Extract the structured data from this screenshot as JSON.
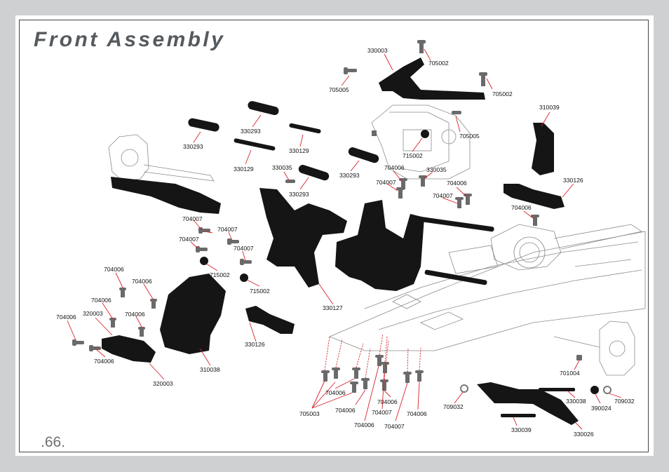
{
  "title": "Front Assembly",
  "page_number": ".66.",
  "labels": {
    "l330003": "330003",
    "l705002a": "705002",
    "l705005a": "705005",
    "l705002b": "705002",
    "l310039": "310039",
    "l330293a": "330293",
    "l330293b": "330293",
    "l330129a": "330129",
    "l330129b": "330129",
    "l330035a": "330035",
    "l330293c": "330293",
    "l330293d": "330293",
    "l705005b": "705005",
    "l715002a": "715002",
    "l704006a": "704006",
    "l330035b": "330035",
    "l704007a": "704007",
    "l704006b": "704006",
    "l704007b": "704007",
    "l330126a": "330126",
    "l704006c": "704006",
    "l704007c": "704007",
    "l704007d": "704007",
    "l704007e": "704007",
    "l704007f": "704007",
    "l715002b": "715002",
    "l715002c": "715002",
    "l330127": "330127",
    "l704006d": "704006",
    "l704006e": "704006",
    "l704006f": "704006",
    "l320003a": "320003",
    "l704006g": "704006",
    "l704006h": "704006",
    "l704006i": "704006",
    "l320003b": "320003",
    "l310038": "310038",
    "l330126b": "330126",
    "l704006j": "704006",
    "l704006k": "704006",
    "l704006l": "704006",
    "l705003": "705003",
    "l704006m": "704006",
    "l704007g": "704007",
    "l704007h": "704007",
    "l704006n": "704006",
    "l701004": "701004",
    "l709032a": "709032",
    "l330038": "330038",
    "l390024": "390024",
    "l709032b": "709032",
    "l330039": "330039",
    "l330026": "330026"
  }
}
